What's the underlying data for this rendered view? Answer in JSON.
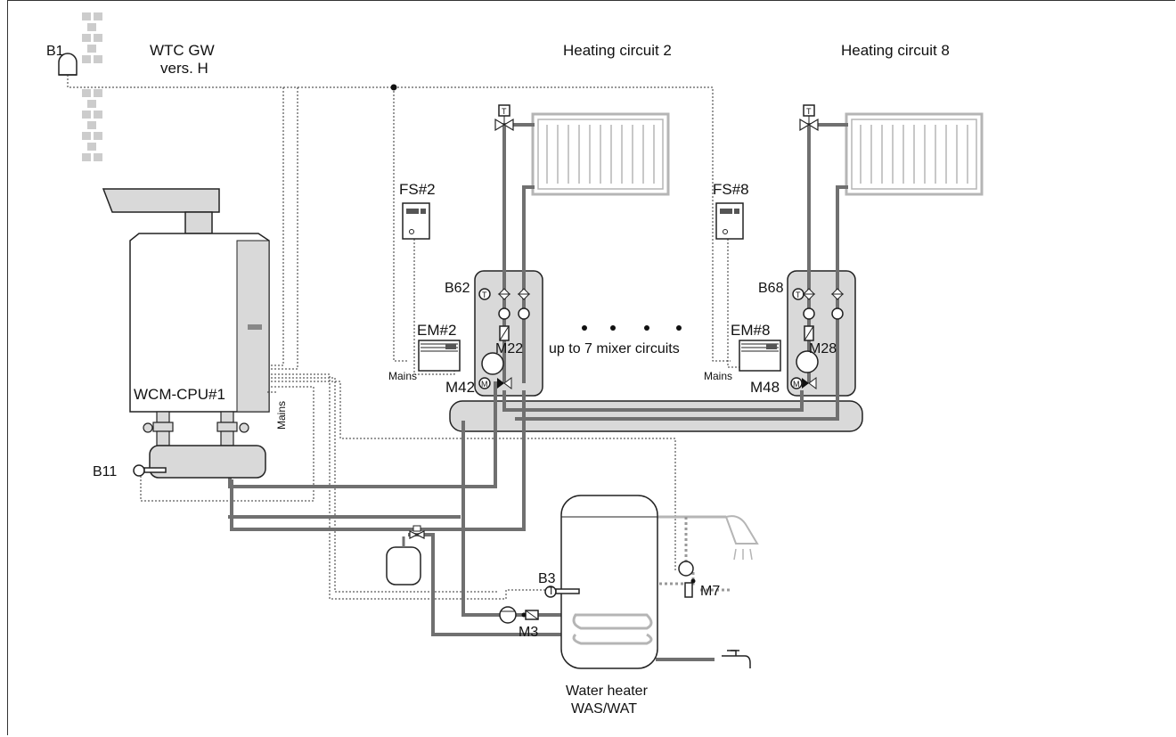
{
  "labels": {
    "b1": "B1",
    "wtc_line1": "WTC GW",
    "wtc_line2": "vers. H",
    "hc2": "Heating circuit 2",
    "hc8": "Heating circuit 8",
    "fs2": "FS#2",
    "fs8": "FS#8",
    "b62": "B62",
    "b68": "B68",
    "em2": "EM#2",
    "em8": "EM#8",
    "m22": "M22",
    "m28": "M28",
    "m42": "M42",
    "m48": "M48",
    "mains_em2": "Mains",
    "mains_em8": "Mains",
    "mains_boiler": "Mains",
    "up_to": "up to 7 mixer circuits",
    "wcm": "WCM-CPU#1",
    "b11": "B11",
    "b3": "B3",
    "m3": "M3",
    "m7": "M7",
    "wh_line1": "Water heater",
    "wh_line2": "WAS/WAT",
    "t_symbol": "T",
    "m_symbol": "M"
  },
  "colors": {
    "pipe": "#707070",
    "pipe_light": "#b5b5b5",
    "fill_gray": "#d9d9d9",
    "brick": "#cccccc"
  },
  "icons": [
    "outdoor-sensor-icon",
    "radiator-icon",
    "thermostatic-valve-icon",
    "pump-icon",
    "mixing-valve-icon",
    "check-valve-icon",
    "thermometer-icon",
    "expansion-tank-icon",
    "shower-icon",
    "faucet-icon",
    "control-module-icon",
    "remote-control-icon",
    "boiler-icon",
    "water-heater-icon",
    "low-loss-header-icon",
    "manifold-icon"
  ]
}
